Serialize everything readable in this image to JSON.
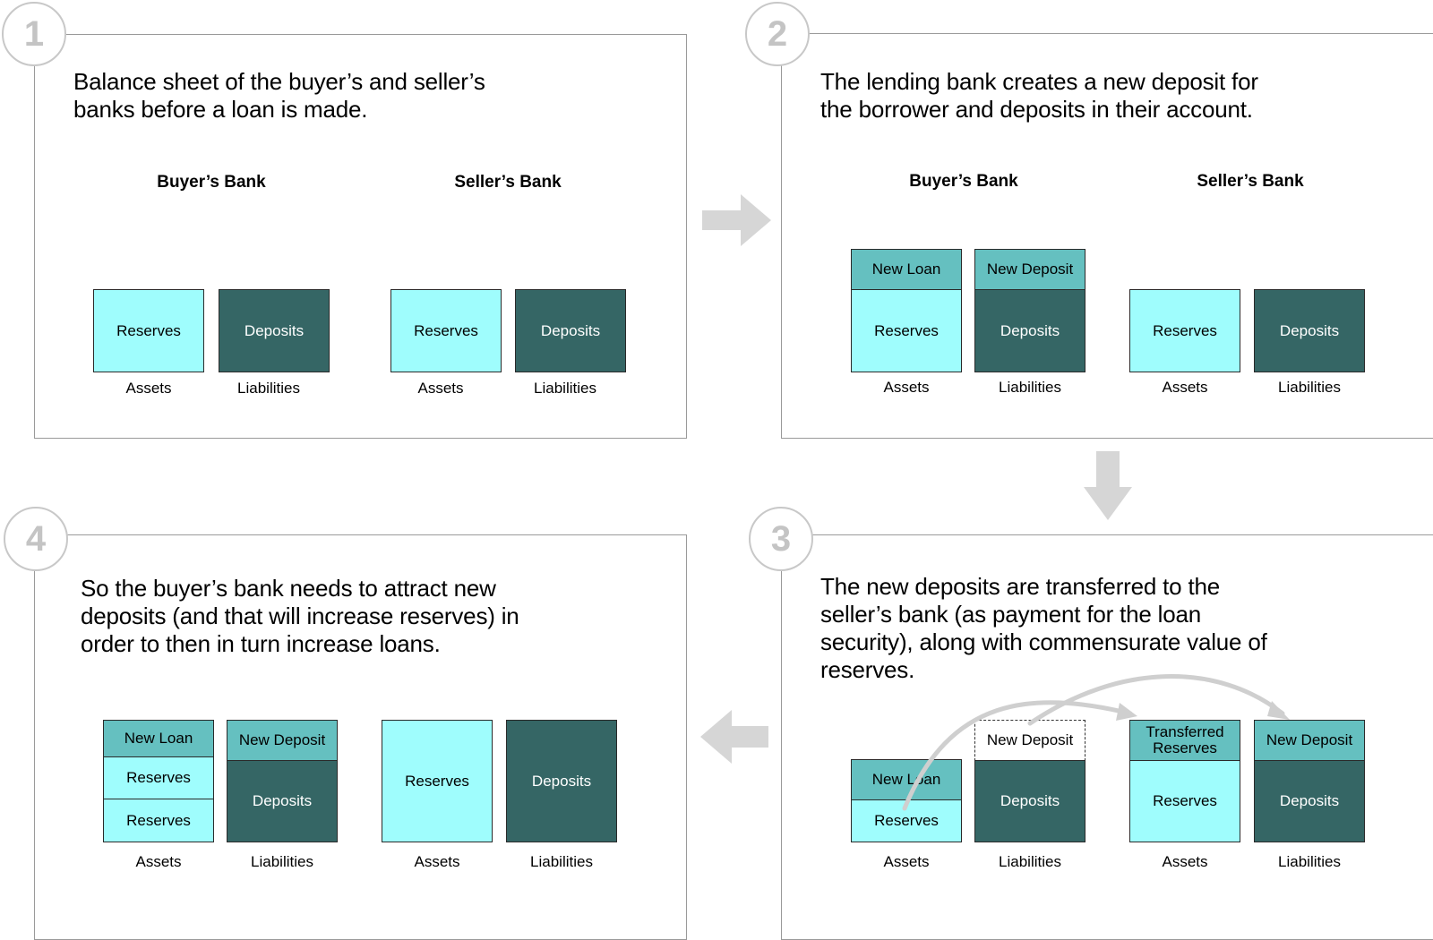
{
  "panels": [
    {
      "number": "1",
      "caption": [
        "Balance sheet of the buyer’s and seller’s",
        "banks before a loan is made."
      ],
      "buyer_bank": "Buyer’s Bank",
      "seller_bank": "Seller’s Bank"
    },
    {
      "number": "2",
      "caption": [
        "The lending bank creates a new deposit for",
        "the borrower and deposits in their account."
      ],
      "buyer_bank": "Buyer’s Bank",
      "seller_bank": "Seller’s Bank"
    },
    {
      "number": "3",
      "caption": [
        "The new deposits are transferred to the",
        "seller’s bank (as payment for the loan",
        "security), along with commensurate value of",
        "reserves."
      ]
    },
    {
      "number": "4",
      "caption": [
        "So the buyer’s bank needs to attract new",
        "deposits (and that will increase reserves) in",
        "order to then in turn increase loans."
      ]
    }
  ],
  "labels": {
    "reserves": "Reserves",
    "deposits": "Deposits",
    "new_loan": "New Loan",
    "new_deposit": "New Deposit",
    "transferred_reserves": "Transferred Reserves",
    "assets": "Assets",
    "liabilities": "Liabilities"
  },
  "colors": {
    "reserves": "#9ffdfd",
    "new_items": "#65c0c0",
    "deposits": "#356665",
    "flow_arrows": "#d6d6d6"
  }
}
